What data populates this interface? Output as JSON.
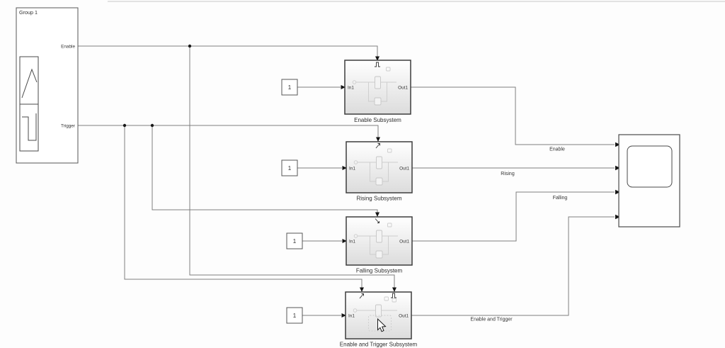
{
  "diagram": {
    "source_block": {
      "title": "Group 1",
      "port_labels": [
        "Enable",
        "Trigger"
      ]
    },
    "constants": [
      "1",
      "1",
      "1",
      "1"
    ],
    "subsystems": [
      {
        "label": "Enable Subsystem",
        "in_port": "In1",
        "out_port": "Out1",
        "top_ports": [
          "enable"
        ]
      },
      {
        "label": "Rising Subsystem",
        "in_port": "In1",
        "out_port": "Out1",
        "top_ports": [
          "trigger-rising"
        ]
      },
      {
        "label": "Falling Subsystem",
        "in_port": "In1",
        "out_port": "Out1",
        "top_ports": [
          "trigger-falling"
        ]
      },
      {
        "label": "Enable and Trigger Subsystem",
        "in_port": "In1",
        "out_port": "Out1",
        "top_ports": [
          "trigger",
          "enable"
        ]
      }
    ],
    "wire_labels": {
      "enable": "Enable",
      "rising": "Rising",
      "falling": "Falling",
      "enable_and_trigger": "Enable and Trigger"
    },
    "colors": {
      "background": "#fdfdfd",
      "wire": "#7f7f7f",
      "arrow": "#141414",
      "block_border": "#3d3d3d",
      "text": "#2e2e2e",
      "preview": "#cdcdcd"
    }
  }
}
